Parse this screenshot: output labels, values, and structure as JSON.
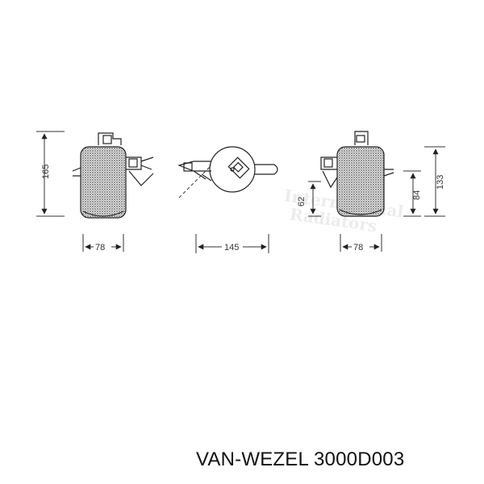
{
  "caption": "VAN-WEZEL 3000D003",
  "dimensions": {
    "left_height": "165",
    "left_width": "78",
    "center_width": "145",
    "right_width": "78",
    "right_low": "62",
    "right_mid": "84",
    "right_high": "133"
  },
  "watermark": [
    "International",
    "Radiators"
  ]
}
